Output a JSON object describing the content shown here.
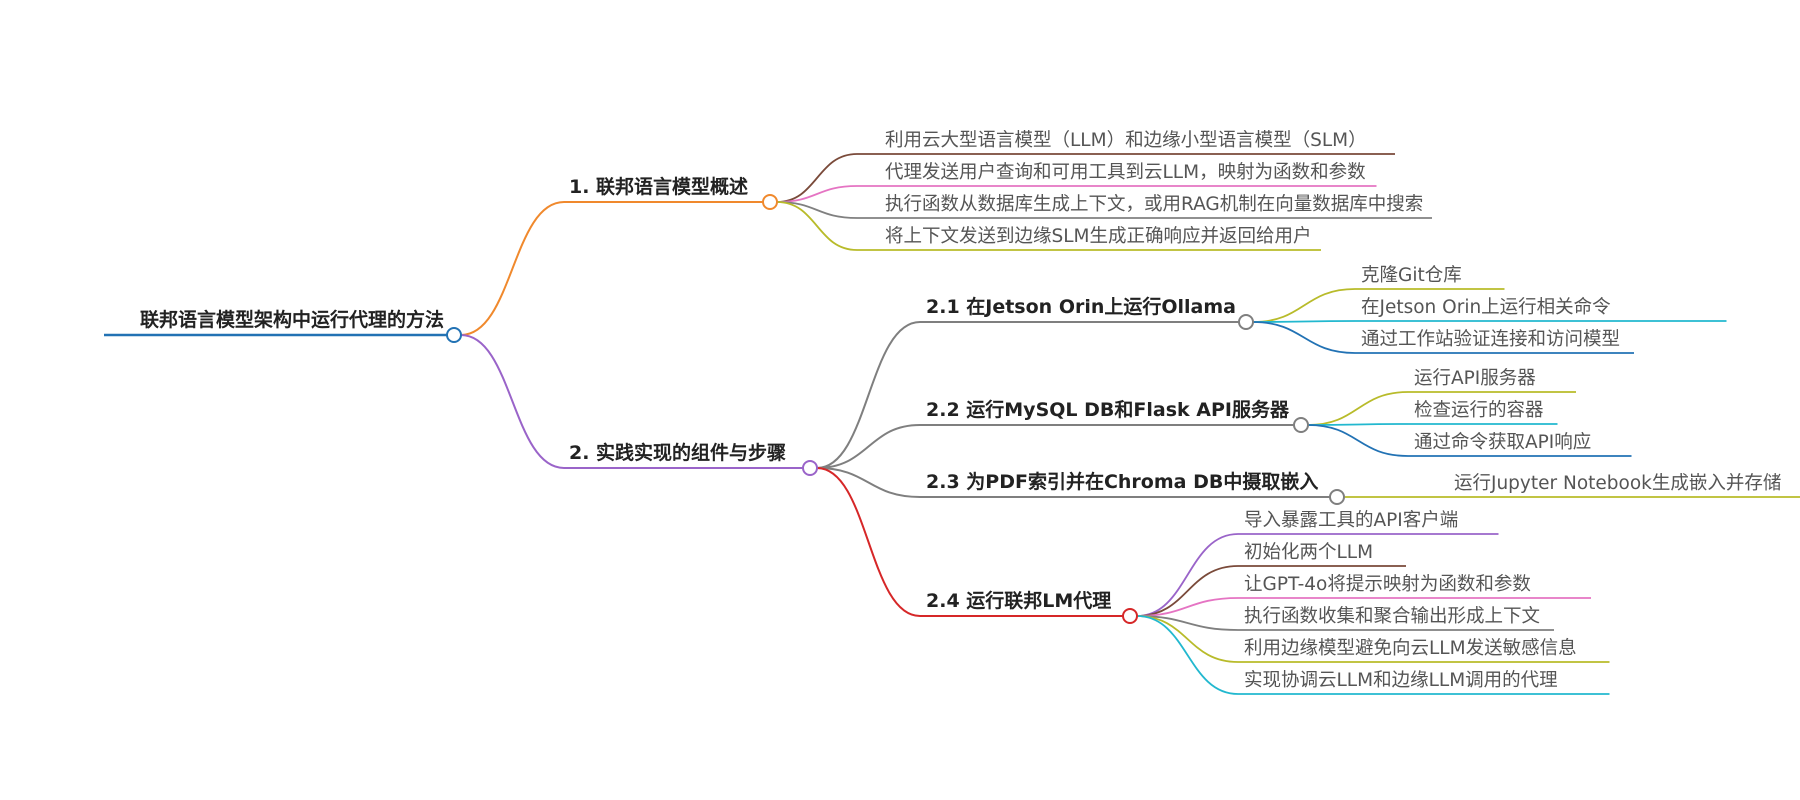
{
  "mindmap": {
    "root": "联邦语言模型架构中运行代理的方法",
    "sections": [
      {
        "label": "1. 联邦语言模型概述",
        "color": "#f0892d",
        "leaves": [
          {
            "text": "利用云大型语言模型（LLM）和边缘小型语言模型（SLM）",
            "color": "#7a4a3a"
          },
          {
            "text": "代理发送用户查询和可用工具到云LLM，映射为函数和参数",
            "color": "#e574c3"
          },
          {
            "text": "执行函数从数据库生成上下文，或用RAG机制在向量数据库中搜索",
            "color": "#808080"
          },
          {
            "text": "将上下文发送到边缘SLM生成正确响应并返回给用户",
            "color": "#b8bb2a"
          }
        ]
      },
      {
        "label": "2. 实践实现的组件与步骤",
        "color": "#9a64c9",
        "subsections": [
          {
            "label": "2.1 在Jetson Orin上运行Ollama",
            "color": "#7f7f7f",
            "leaves": [
              {
                "text": "克隆Git仓库",
                "color": "#b8bb2a"
              },
              {
                "text": "在Jetson Orin上运行相关命令",
                "color": "#22b8cf"
              },
              {
                "text": "通过工作站验证连接和访问模型",
                "color": "#2272b4"
              }
            ]
          },
          {
            "label": "2.2 运行MySQL DB和Flask API服务器",
            "color": "#7f7f7f",
            "leaves": [
              {
                "text": "运行API服务器",
                "color": "#b8bb2a"
              },
              {
                "text": "检查运行的容器",
                "color": "#22b8cf"
              },
              {
                "text": "通过命令获取API响应",
                "color": "#2272b4"
              }
            ]
          },
          {
            "label": "2.3 为PDF索引并在Chroma DB中摄取嵌入",
            "color": "#7f7f7f",
            "leaves": [
              {
                "text": "运行Jupyter Notebook生成嵌入并存储",
                "color": "#b8bb2a"
              }
            ]
          },
          {
            "label": "2.4 运行联邦LM代理",
            "color": "#d62728",
            "leaves": [
              {
                "text": "导入暴露工具的API客户端",
                "color": "#9a64c9"
              },
              {
                "text": "初始化两个LLM",
                "color": "#7a4a3a"
              },
              {
                "text": "让GPT-4o将提示映射为函数和参数",
                "color": "#e574c3"
              },
              {
                "text": "执行函数收集和聚合输出形成上下文",
                "color": "#7f7f7f"
              },
              {
                "text": "利用边缘模型避免向云LLM发送敏感信息",
                "color": "#b8bb2a"
              },
              {
                "text": "实现协调云LLM和边缘LLM调用的代理",
                "color": "#22b8cf"
              }
            ]
          }
        ]
      }
    ],
    "root_color": "#2272b4"
  }
}
